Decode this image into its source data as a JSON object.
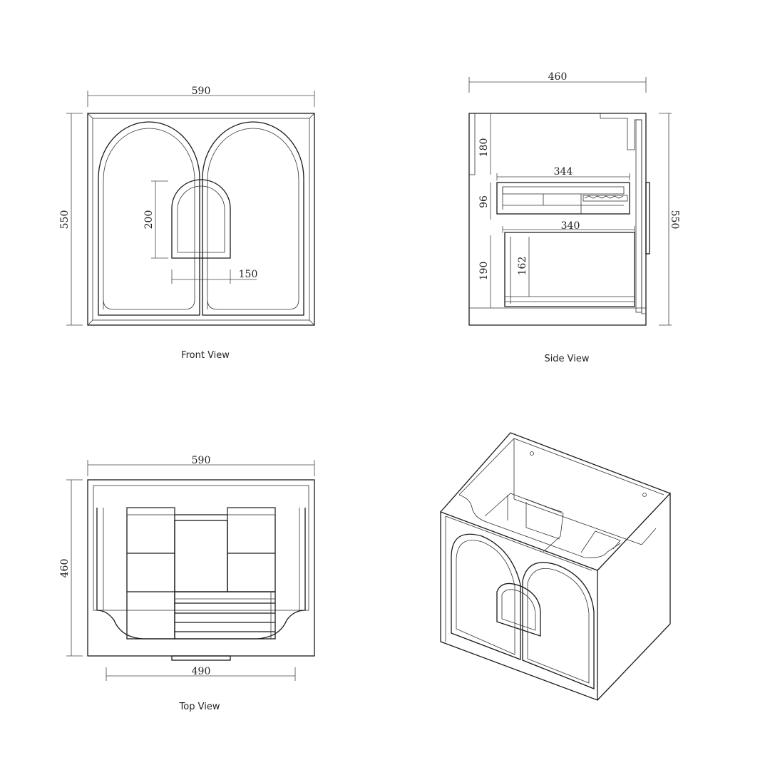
{
  "views": {
    "front": {
      "caption": "Front View",
      "dims": {
        "width": "590",
        "height": "550",
        "handle_height": "200",
        "handle_width": "150"
      }
    },
    "side": {
      "caption": "Side View",
      "dims": {
        "depth": "460",
        "height": "550",
        "top_gap": "180",
        "drawer_height": "96",
        "drawer_depth": "344",
        "shelf_depth": "340",
        "bottom_gap": "190",
        "inner_height": "162"
      }
    },
    "top": {
      "caption": "Top View",
      "dims": {
        "width": "590",
        "depth": "460",
        "inner_width": "490"
      }
    },
    "iso": {}
  }
}
